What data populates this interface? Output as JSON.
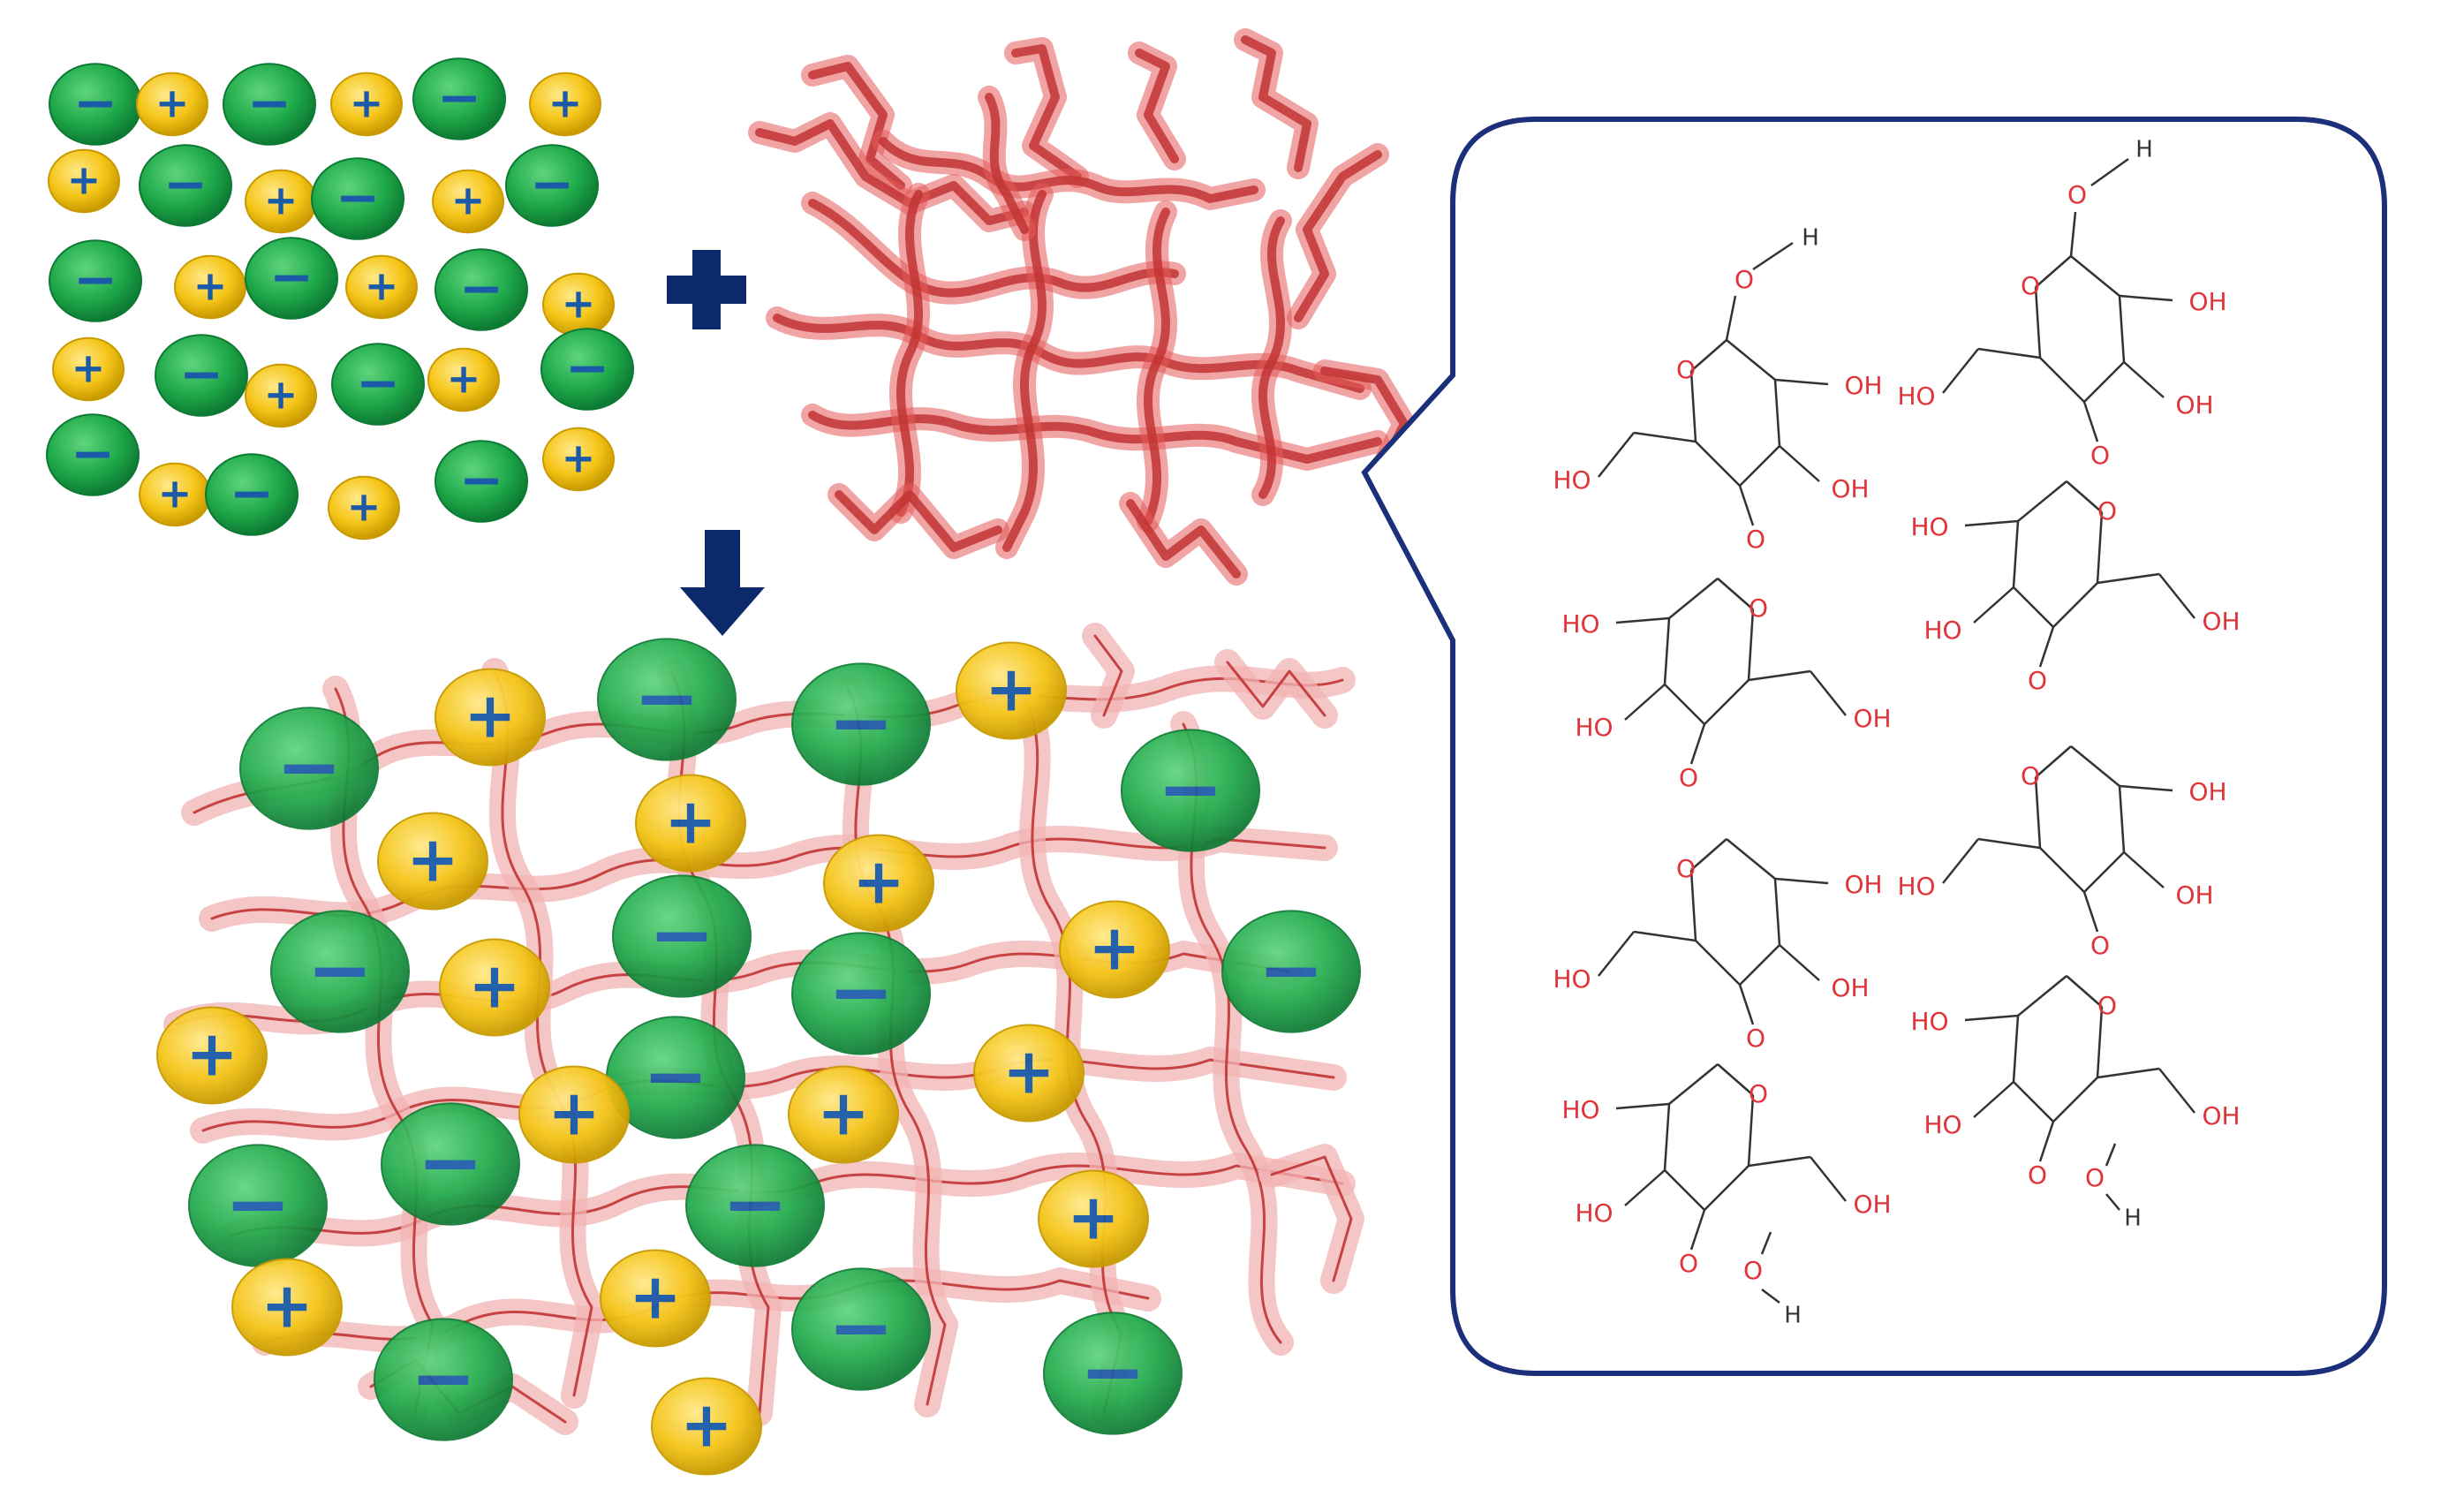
{
  "colors": {
    "anion_fill": "#1faa4a",
    "anion_dark": "#0d7a33",
    "cation_fill": "#f5c518",
    "cation_dark": "#c89a00",
    "sign": "#1a5aa8",
    "polymer": "#d84a4a",
    "polymer_light": "#f2b3b3",
    "arrow": "#0c2a6b",
    "panel_border": "#1b2f7a",
    "hydroxyl": "#e0343a",
    "bond": "#333333"
  },
  "signs": {
    "anion": "−",
    "cation": "+"
  },
  "labels": {
    "hydroxyl": "HO",
    "hydroxyl_right": "OH",
    "oxygen": "O",
    "hydrogen": "H"
  },
  "icons": {
    "combine": "plus-icon",
    "result": "down-arrow-icon"
  }
}
